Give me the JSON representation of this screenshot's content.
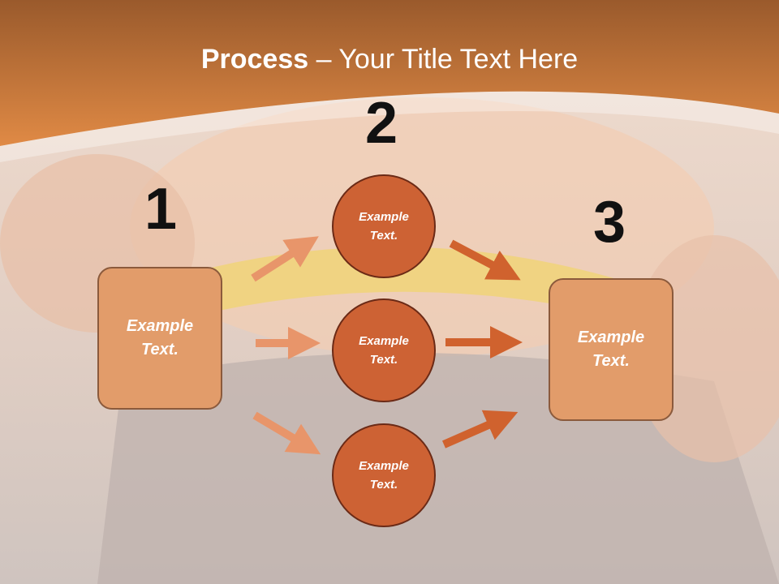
{
  "slide": {
    "title_bold": "Process",
    "title_rest": " – Your Title Text Here",
    "step_numbers": [
      "1",
      "2",
      "3"
    ],
    "left_box": {
      "line1": "Example",
      "line2": "Text."
    },
    "right_box": {
      "line1": "Example",
      "line2": "Text."
    },
    "circles": [
      {
        "line1": "Example",
        "line2": "Text."
      },
      {
        "line1": "Example",
        "line2": "Text."
      },
      {
        "line1": "Example",
        "line2": "Text."
      }
    ]
  },
  "colors": {
    "header_orange": "#d9793a",
    "box_fill": "#e29c6a",
    "circle_fill": "#cd6234",
    "arrow_light": "#e8956a",
    "arrow_dark": "#d0622e"
  }
}
